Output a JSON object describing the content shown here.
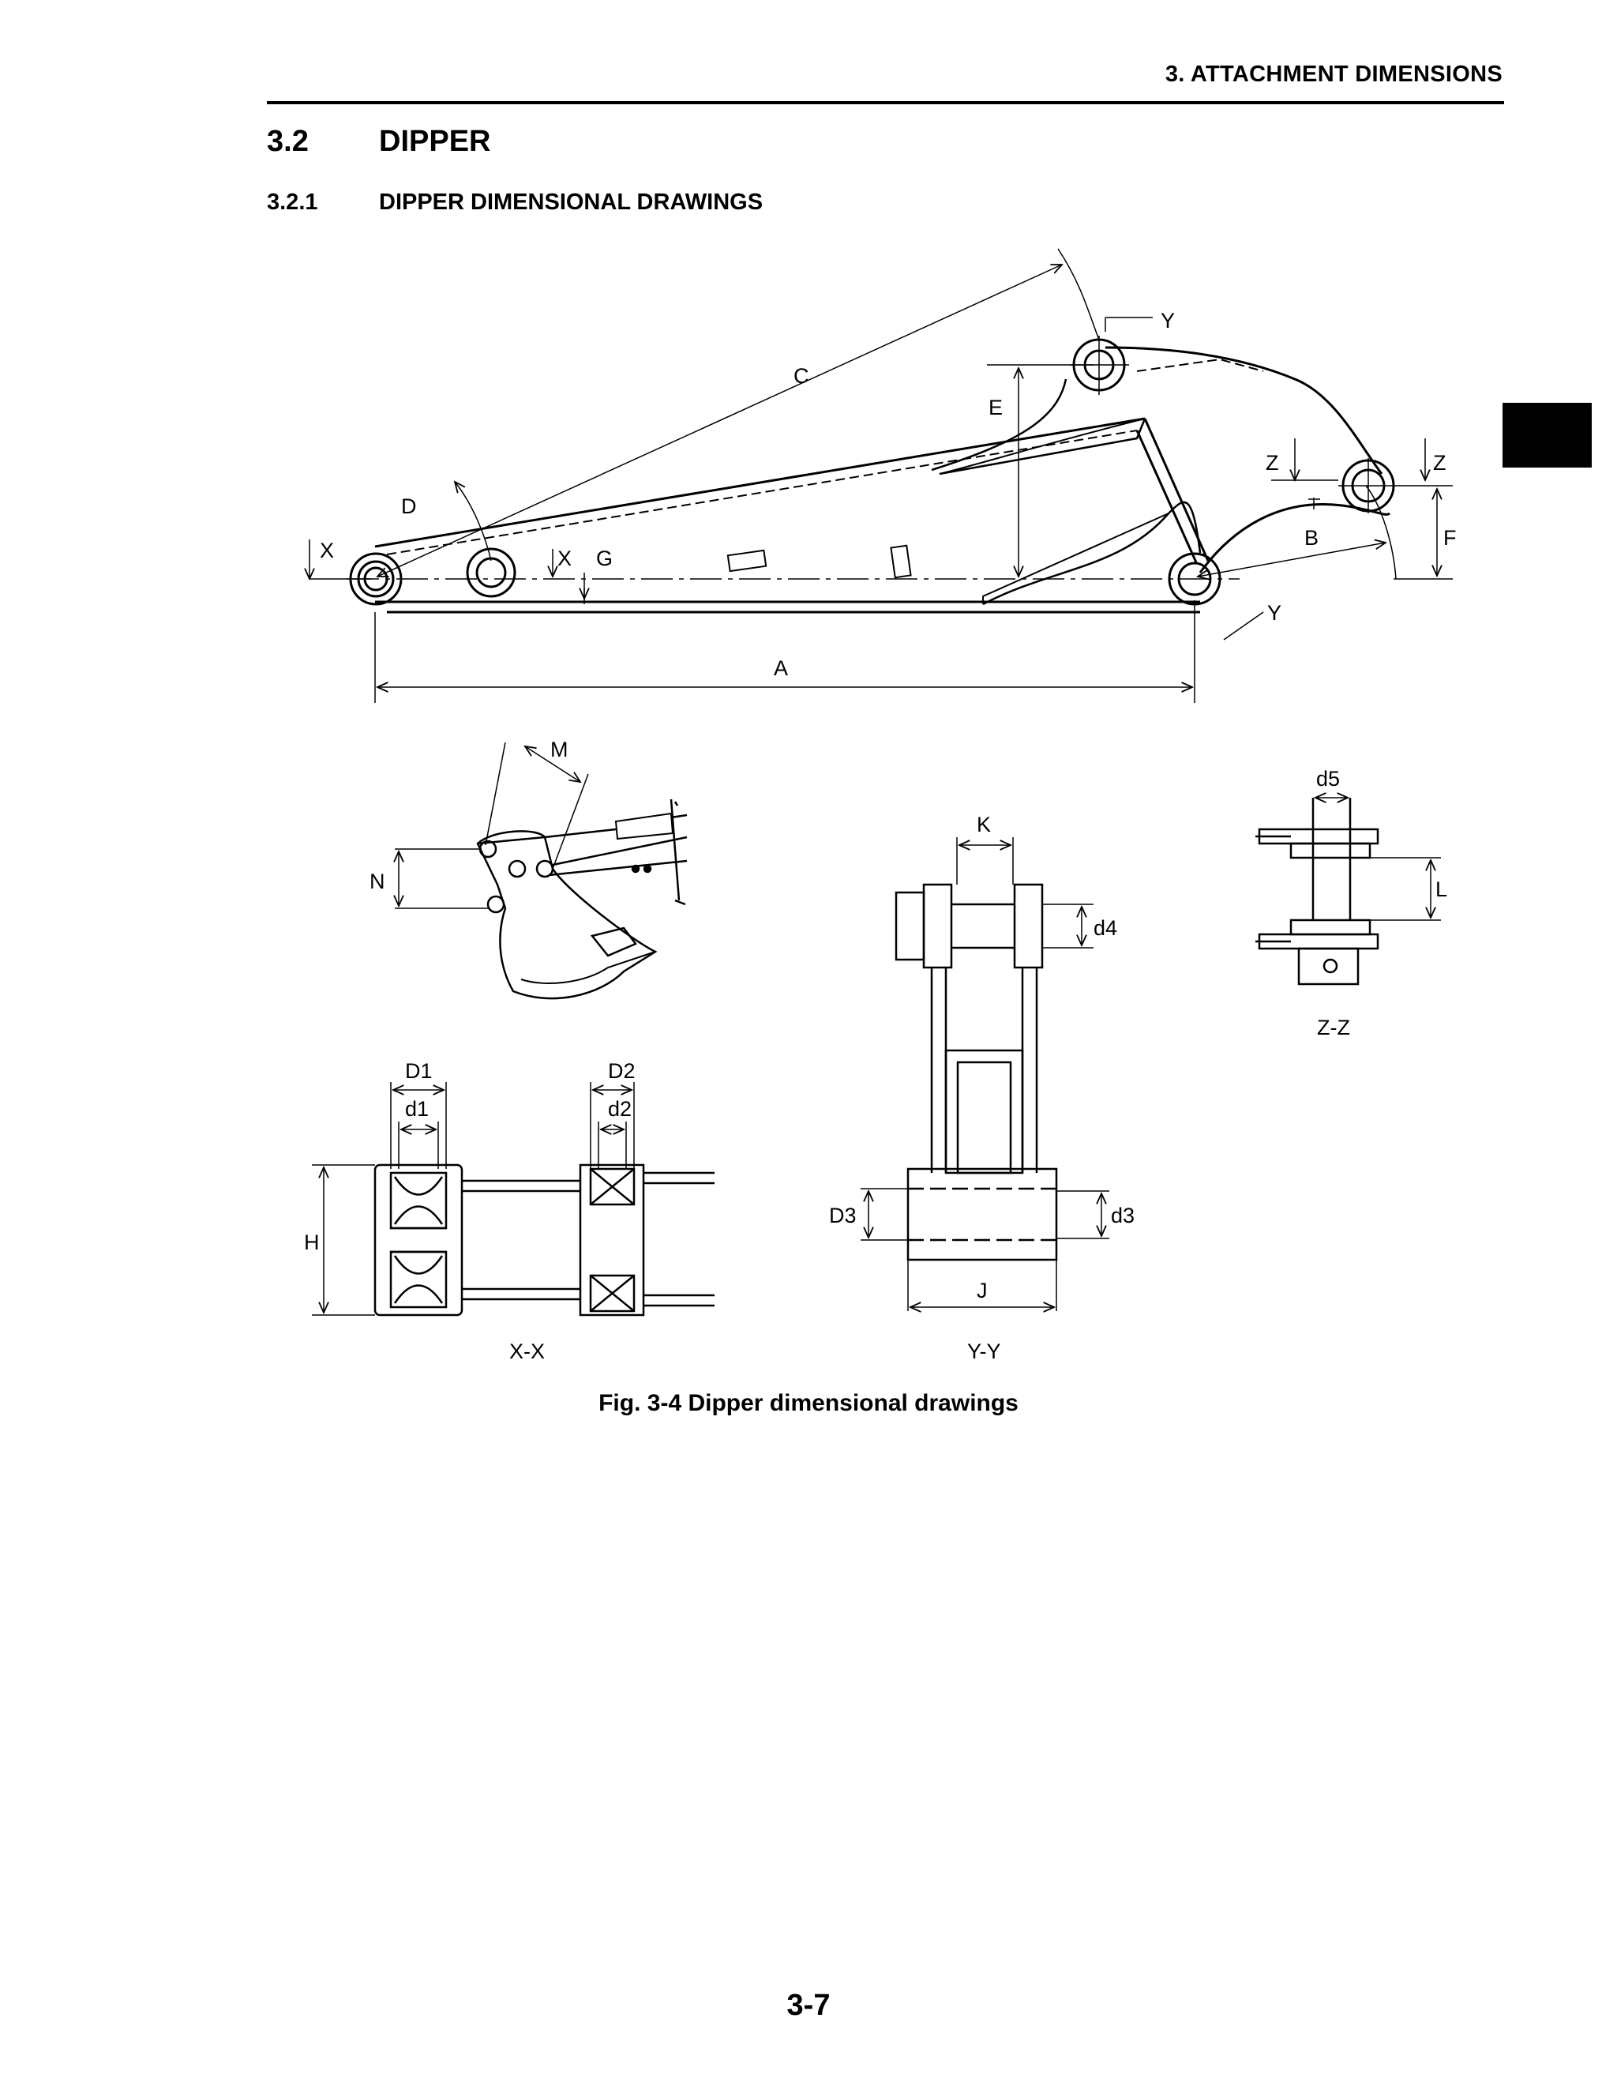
{
  "header": {
    "chapter": "3. ATTACHMENT DIMENSIONS"
  },
  "section": {
    "number": "3.2",
    "title": "DIPPER"
  },
  "subsection": {
    "number": "3.2.1",
    "title": "DIPPER DIMENSIONAL DRAWINGS"
  },
  "figure": {
    "caption": "Fig. 3-4 Dipper dimensional drawings",
    "main_labels": {
      "A": "A",
      "B": "B",
      "C": "C",
      "D": "D",
      "E": "E",
      "F": "F",
      "G": "G",
      "X": "X",
      "Y": "Y",
      "Z": "Z"
    },
    "detail_labels": {
      "M": "M",
      "N": "N",
      "K": "K",
      "d4": "d4",
      "d5": "d5",
      "L": "L",
      "D1": "D1",
      "d1": "d1",
      "D2": "D2",
      "d2": "d2",
      "H": "H",
      "D3": "D3",
      "d3": "d3",
      "J": "J"
    },
    "view_labels": {
      "xx": "X-X",
      "yy": "Y-Y",
      "zz": "Z-Z"
    }
  },
  "footer": {
    "page": "3-7"
  }
}
